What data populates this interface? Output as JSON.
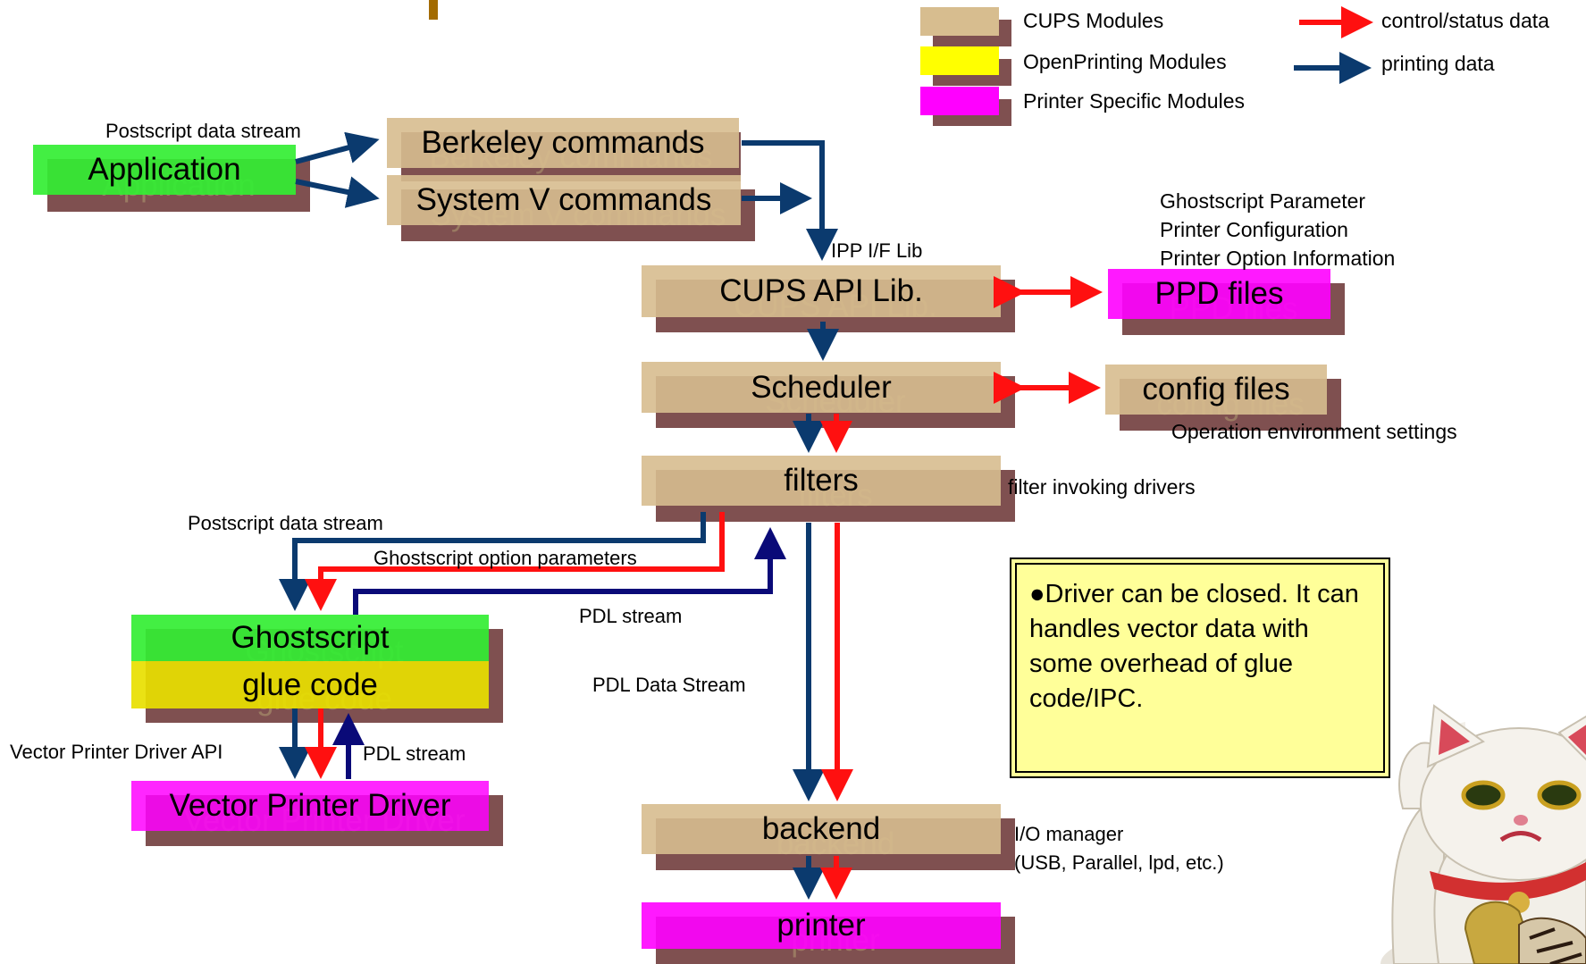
{
  "legend": {
    "cups_modules": "CUPS Modules",
    "openprinting_modules": "OpenPrinting Modules",
    "printer_specific_modules": "Printer Specific Modules",
    "control_status_data": "control/status data",
    "printing_data": "printing data"
  },
  "boxes": {
    "application": "Application",
    "berkeley_commands": "Berkeley commands",
    "system_v_commands": "System V commands",
    "cups_api_lib": "CUPS API Lib.",
    "ppd_files": "PPD files",
    "scheduler": "Scheduler",
    "config_files": "config files",
    "filters": "filters",
    "ghostscript": "Ghostscript",
    "glue_code": "glue code",
    "vector_printer_driver": "Vector Printer Driver",
    "backend": "backend",
    "printer": "printer"
  },
  "labels": {
    "postscript_data_stream_top": "Postscript data stream",
    "ipp_if_lib": "IPP I/F Lib",
    "ghostscript_parameter": "Ghostscript Parameter",
    "printer_configuration": "Printer Configuration",
    "printer_option_information": "Printer Option Information",
    "operation_environment_settings": "Operation environment settings",
    "filter_invoking_drivers": "filter invoking drivers",
    "postscript_data_stream_left": "Postscript data stream",
    "ghostscript_option_parameters": "Ghostscript option parameters",
    "pdl_stream_upper": "PDL stream",
    "pdl_data_stream": "PDL Data Stream",
    "vector_printer_driver_api": "Vector Printer Driver API",
    "pdl_stream_lower": "PDL stream",
    "io_manager": "I/O manager",
    "io_ports": "(USB, Parallel, lpd, etc.)"
  },
  "note": {
    "text": "●Driver can be closed.  It can handles vector data with some overhead of glue code/IPC."
  },
  "colors": {
    "cups": "#d7bd8f",
    "openprinting": "#ffff00",
    "printer_specific": "#ff00ff",
    "application": "#33ee33",
    "control_arrow": "#ff1010",
    "data_arrow": "#0b3a6e",
    "shadow": "#7f5050"
  }
}
